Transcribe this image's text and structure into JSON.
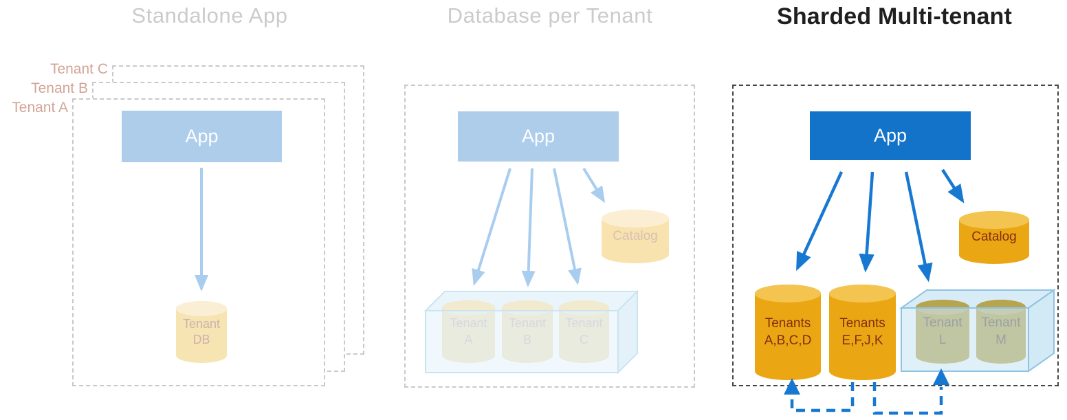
{
  "diagram": {
    "panels": [
      {
        "id": "standalone",
        "title": "Standalone App",
        "tenant_layers": [
          "Tenant C",
          "Tenant B",
          "Tenant A"
        ],
        "app_label": "App",
        "databases": [
          {
            "line1": "Tenant",
            "line2": "DB"
          }
        ]
      },
      {
        "id": "db-per-tenant",
        "title": "Database per Tenant",
        "app_label": "App",
        "catalog_label": "Catalog",
        "pool_databases": [
          {
            "line1": "Tenant",
            "line2": "A"
          },
          {
            "line1": "Tenant",
            "line2": "B"
          },
          {
            "line1": "Tenant",
            "line2": "C"
          }
        ]
      },
      {
        "id": "sharded-multi-tenant",
        "title": "Sharded Multi-tenant",
        "app_label": "App",
        "catalog_label": "Catalog",
        "shard_databases": [
          {
            "line1": "Tenants",
            "line2": "A,B,C,D"
          },
          {
            "line1": "Tenants",
            "line2": "E,F,J,K"
          }
        ],
        "pool_databases": [
          {
            "line1": "Tenant",
            "line2": "L"
          },
          {
            "line1": "Tenant",
            "line2": "M"
          }
        ]
      }
    ],
    "colors": {
      "faded_title": "#CBCBCB",
      "bold_title": "#1F1F1F",
      "tenant_layer_label": "#D3A496",
      "light_app_fill": "#AECDEB",
      "strong_app_fill": "#1273C9",
      "light_arrow": "#A8CDEF",
      "strong_arrow": "#1778D2",
      "pale_db_fill": "#F7E4B3",
      "gold_db_fill": "#EBA713",
      "olive_db_fill": "#AC8E1C",
      "pool_box_stroke_light": "#C9E4F2",
      "pool_box_stroke_strong": "#8FC3E2",
      "dashed_border_gray": "#C9C9C9",
      "dashed_border_dark": "#454545"
    }
  }
}
